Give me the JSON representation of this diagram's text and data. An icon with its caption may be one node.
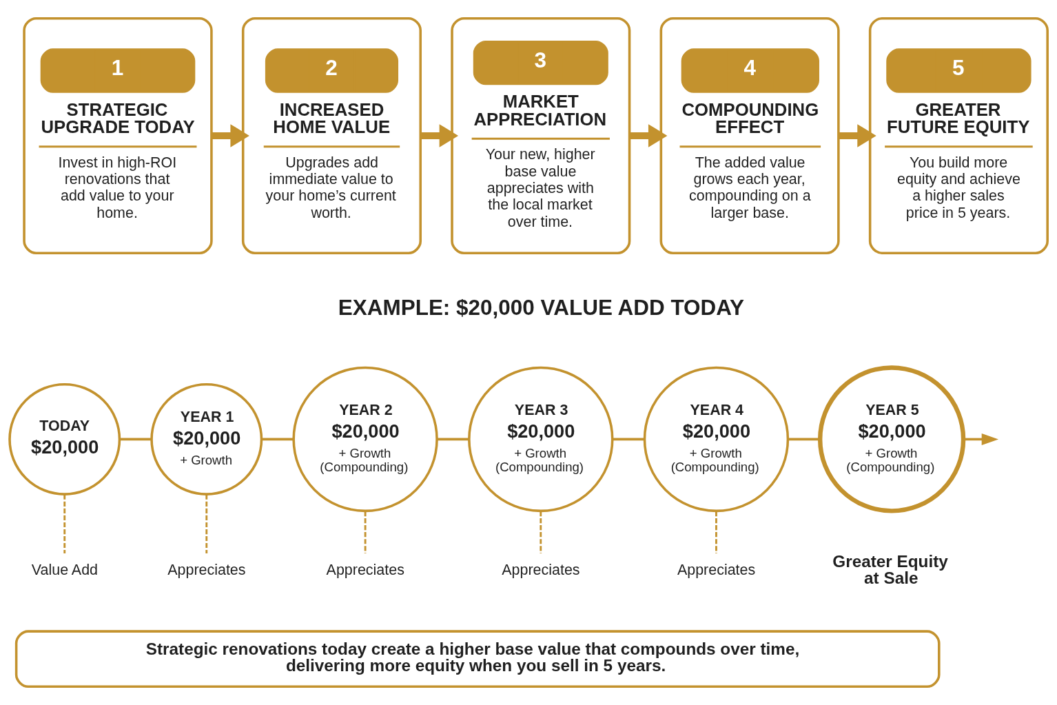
{
  "diagram": {
    "nodes": [
      {
        "text": [
          "1",
          "STRATEGIC UPGRADE TODAY",
          "Invest in high-ROI renovations that add value to your home."
        ]
      },
      {
        "text": [
          "2",
          "INCREASED HOME VALUE",
          "Upgrades add immediate value to your home’s current worth."
        ]
      },
      {
        "text": [
          "3",
          "MARKET APPRECIATION",
          "Your new, higher base value appreciates with the local market over time."
        ]
      },
      {
        "text": [
          "4",
          "COMPOUNDING EFFECT",
          "The added value grows each year, compounding on a larger base."
        ]
      },
      {
        "text": [
          "5",
          "GREATER FUTURE EQUITY",
          "You build more equity and achieve a higher sales price in 5 years."
        ]
      },
      {
        "text": [
          "TODAY",
          "$20,000"
        ]
      },
      {
        "text": [
          "Value Add"
        ]
      },
      {
        "text": [
          "YEAR 1",
          "$20,000",
          "+ Growth"
        ]
      },
      {
        "text": [
          "Appreciates"
        ]
      },
      {
        "text": [
          "YEAR 2",
          "$20,000",
          "+ Growth (Compounding)"
        ]
      },
      {
        "text": [
          "Appreciates"
        ]
      },
      {
        "text": [
          "YEAR 3",
          "$20,000",
          "+ Growth (Compounding)"
        ]
      },
      {
        "text": [
          "Appreciates"
        ]
      },
      {
        "text": [
          "YEAR 4",
          "$20,000",
          "+ Growth (Compounding)"
        ]
      },
      {
        "text": [
          "Appreciates"
        ]
      },
      {
        "text": [
          "YEAR 5",
          "$20,000",
          "+ Growth (Compounding)"
        ],
        "beside": [
          "Greater Equity at Sale"
        ]
      },
      {
        "text": [
          "Strategic renovations today create a higher base value that compounds over time, delivering more equity when you sell in 5 years."
        ]
      }
    ],
    "edges": [
      {
        "from": 0,
        "to": 1,
        "arrow": "to",
        "style": "thick"
      },
      {
        "from": 1,
        "to": 2,
        "arrow": "to",
        "style": "thick"
      },
      {
        "from": 2,
        "to": 3,
        "arrow": "to",
        "style": "thick"
      },
      {
        "from": 3,
        "to": 4,
        "arrow": "to",
        "style": "thick"
      },
      {
        "from": 5,
        "to": 7,
        "arrow": "none"
      },
      {
        "from": 7,
        "to": 9,
        "arrow": "none"
      },
      {
        "from": 9,
        "to": 11,
        "arrow": "none"
      },
      {
        "from": 11,
        "to": 13,
        "arrow": "none"
      },
      {
        "from": 13,
        "to": 15,
        "arrow": "none"
      },
      {
        "from": 15,
        "to": null,
        "arrow": "to"
      },
      {
        "from": 5,
        "to": 6,
        "arrow": "none",
        "style": "dashed"
      },
      {
        "from": 7,
        "to": 8,
        "arrow": "none",
        "style": "dashed"
      },
      {
        "from": 9,
        "to": 10,
        "arrow": "none",
        "style": "dashed"
      },
      {
        "from": 11,
        "to": 12,
        "arrow": "none",
        "style": "dashed"
      },
      {
        "from": 13,
        "to": 14,
        "arrow": "none",
        "style": "dashed"
      }
    ],
    "labels": [
      "EXAMPLE: $20,000 VALUE ADD TODAY"
    ]
  }
}
